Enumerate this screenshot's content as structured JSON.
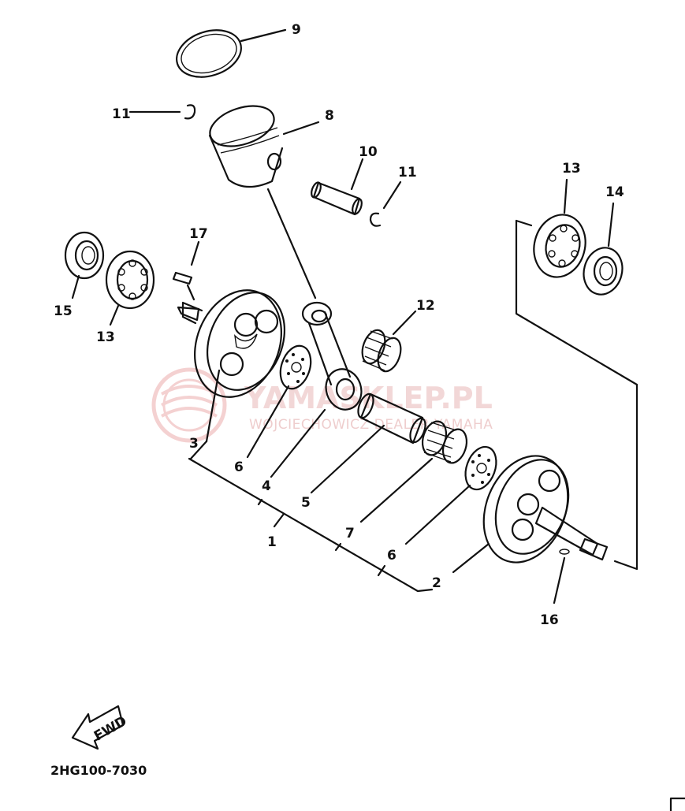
{
  "diagram": {
    "callouts": {
      "n1": "1",
      "n2": "2",
      "n3": "3",
      "n4": "4",
      "n5": "5",
      "n6a": "6",
      "n6b": "6",
      "n7": "7",
      "n8": "8",
      "n9": "9",
      "n10": "10",
      "n11a": "11",
      "n11b": "11",
      "n12": "12",
      "n13a": "13",
      "n13b": "13",
      "n14": "14",
      "n15": "15",
      "n16": "16",
      "n17": "17"
    },
    "fwd_label": "FWD",
    "diagram_code": "2HG100-7030"
  },
  "watermark": {
    "brand": "YAMASKLEP.PL",
    "subtitle": "WOJCIECHOWICZ DEALER YAMAHA"
  }
}
